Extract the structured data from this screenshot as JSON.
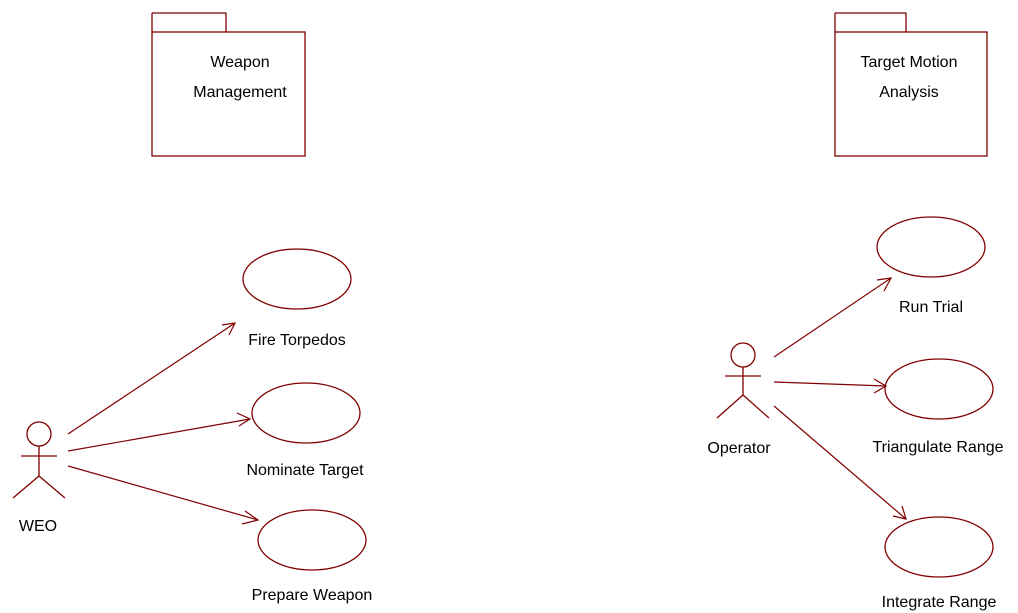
{
  "colors": {
    "background": "#ffffff",
    "stroke": "#800000",
    "text": "#000000"
  },
  "packages": {
    "weapon_management": {
      "line1": "Weapon",
      "line2": "Management"
    },
    "target_motion_analysis": {
      "line1": "Target Motion",
      "line2": "Analysis"
    }
  },
  "actors": {
    "weo": {
      "label": "WEO"
    },
    "operator": {
      "label": "Operator"
    }
  },
  "use_cases": {
    "fire_torpedos": {
      "label": "Fire Torpedos"
    },
    "nominate_target": {
      "label": "Nominate Target"
    },
    "prepare_weapon": {
      "label": "Prepare Weapon"
    },
    "run_trial": {
      "label": "Run Trial"
    },
    "triangulate_range": {
      "label": "Triangulate Range"
    },
    "integrate_range": {
      "label": "Integrate Range"
    }
  },
  "associations": [
    {
      "from": "WEO",
      "to": "Fire Torpedos"
    },
    {
      "from": "WEO",
      "to": "Nominate Target"
    },
    {
      "from": "WEO",
      "to": "Prepare Weapon"
    },
    {
      "from": "Operator",
      "to": "Run Trial"
    },
    {
      "from": "Operator",
      "to": "Triangulate Range"
    },
    {
      "from": "Operator",
      "to": "Integrate Range"
    }
  ]
}
